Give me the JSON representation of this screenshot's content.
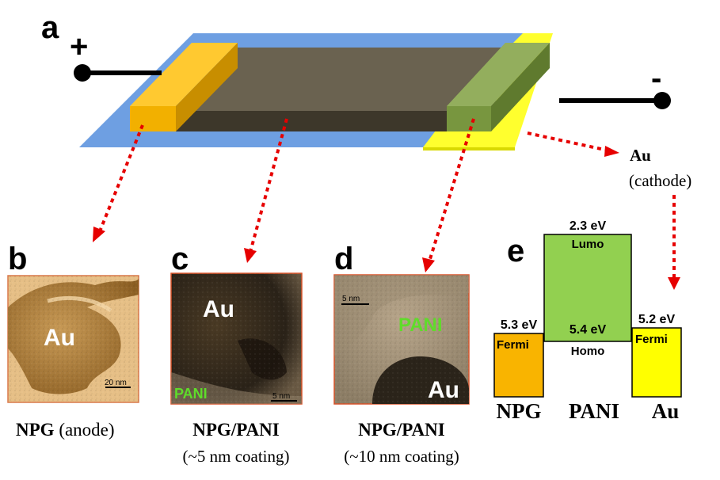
{
  "panel_a": {
    "label": "a",
    "plus_sign": "+",
    "minus_sign": "-",
    "cathode_label_bold": "Au",
    "cathode_label_paren": "(cathode)"
  },
  "panel_b": {
    "label": "b",
    "inset_text": "Au",
    "scale_bar": "20 nm",
    "caption_bold": "NPG",
    "caption_rest": " (anode)"
  },
  "panel_c": {
    "label": "c",
    "inset_text_top": "Au",
    "inset_text_bottom": "PANI",
    "scale_bar": "5 nm",
    "caption_line1": "NPG/PANI",
    "caption_line2": "(~5 nm coating)"
  },
  "panel_d": {
    "label": "d",
    "inset_text_top": "PANI",
    "inset_text_bottom": "Au",
    "scale_bar": "5 nm",
    "caption_line1": "NPG/PANI",
    "caption_line2": "(~10 nm coating)"
  },
  "panel_e": {
    "label": "e",
    "npg_energy": "5.3 eV",
    "npg_level": "Fermi",
    "pani_lumo_energy": "2.3 eV",
    "pani_lumo": "Lumo",
    "pani_homo_energy": "5.4 eV",
    "pani_homo": "Homo",
    "au_energy": "5.2 eV",
    "au_level": "Fermi",
    "x_labels": [
      "NPG",
      "PANI",
      "Au"
    ]
  },
  "colors": {
    "substrate_blue": "#6e9fe2",
    "cathode_yellow": "#ffff2e",
    "anode_gold": "#f7b500",
    "channel_dark": "#5b5440",
    "electrode_green": "#7a9a46",
    "arrow_red": "#e60000",
    "pani_green": "#92d050",
    "npg_orange": "#f9b400",
    "au_yellow": "#ffff00",
    "pani_text_green": "#5fdc2a"
  }
}
